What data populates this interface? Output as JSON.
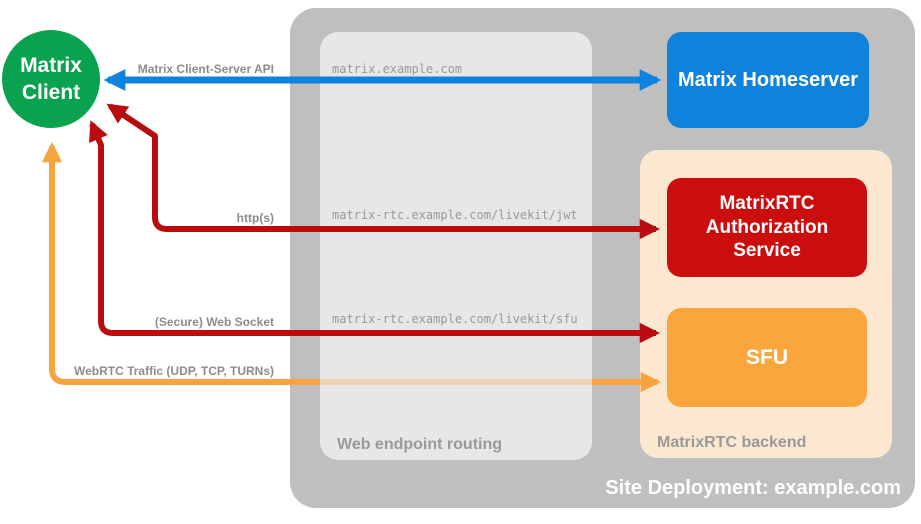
{
  "diagram": {
    "title": "Site Deployment: example.com",
    "client": {
      "line1": "Matrix",
      "line2": "Client"
    },
    "homeserver": {
      "label": "Matrix Homeserver"
    },
    "routing": {
      "label": "Web endpoint routing",
      "endpoints": [
        "matrix.example.com",
        "matrix-rtc.example.com/livekit/jwt",
        "matrix-rtc.example.com/livekit/sfu"
      ]
    },
    "backend": {
      "label": "MatrixRTC backend",
      "authorization_service": "MatrixRTC Authorization Service",
      "sfu": "SFU"
    },
    "arrows": {
      "client_server_api": "Matrix Client-Server API",
      "https": "http(s)",
      "websocket": "(Secure) Web Socket",
      "webrtc": "WebRTC Traffic (UDP, TCP, TURNs)"
    },
    "colors": {
      "client_green": "#0aa24f",
      "homeserver_blue": "#0f82dc",
      "authz_red": "#cc0d0d",
      "arrow_red": "#b90d0d",
      "sfu_orange": "#faa63c",
      "arrow_orange": "#f7a340",
      "backend_peach": "#fce7d1",
      "container_gray": "#bfbfbf",
      "routing_box_gray": "#e7e7e7",
      "label_gray": "#8c8c8c"
    }
  }
}
